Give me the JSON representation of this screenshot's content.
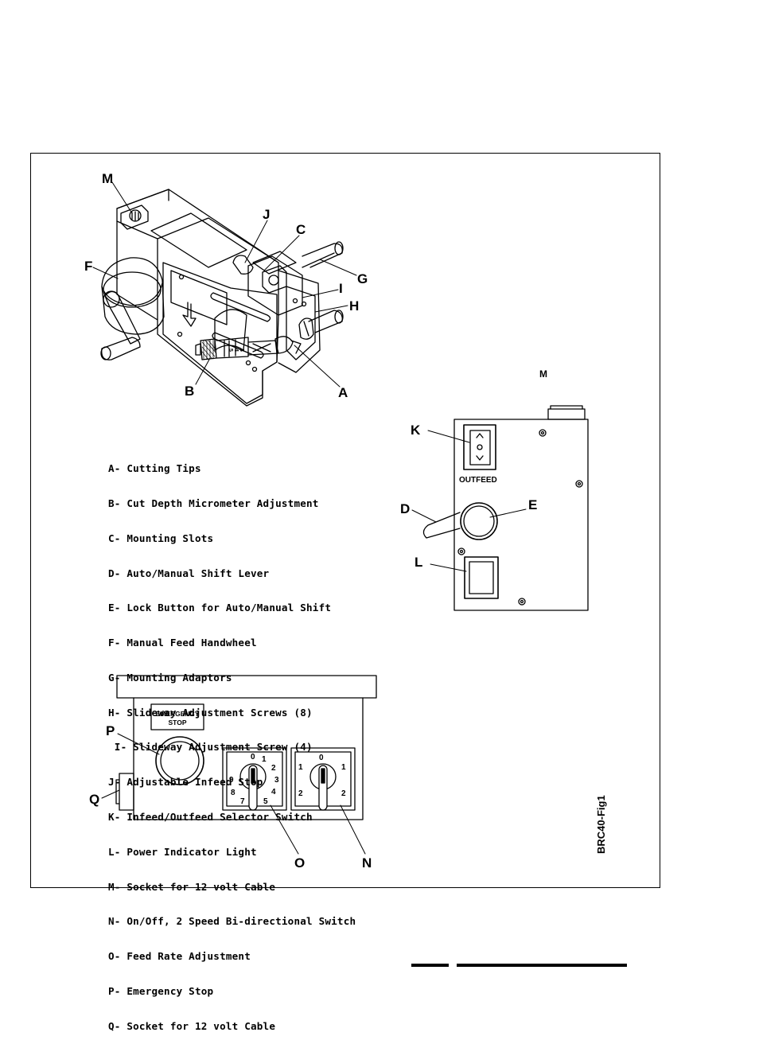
{
  "callouts": {
    "tool": [
      "M",
      "J",
      "C",
      "F",
      "G",
      "I",
      "H",
      "B",
      "A"
    ],
    "control_box": [
      "M",
      "K",
      "D",
      "E",
      "L"
    ],
    "pendant": [
      "P",
      "Q",
      "O",
      "N"
    ]
  },
  "legend": [
    "A- Cutting Tips",
    "B- Cut Depth Micrometer Adjustment",
    "C- Mounting Slots",
    "D- Auto/Manual Shift Lever",
    "E- Lock Button for Auto/Manual Shift",
    "F- Manual Feed Handwheel",
    "G- Mounting Adaptors",
    "H- Slideway Adjustment Screws (8)",
    " I- Slideway Adjustment Screw (4)",
    "J- Adjustable Infeed Stop",
    "K- Infeed/Outfeed Selector Switch",
    "L- Power Indicator Light",
    "M- Socket for 12 volt Cable",
    "N- On/Off, 2 Speed Bi-directional Switch",
    "O- Feed Rate Adjustment",
    "P- Emergency Stop",
    "Q- Socket for 12 volt Cable"
  ],
  "control_box": {
    "switch_label": "OUTFEED"
  },
  "pendant": {
    "estop_label_line1": "EMERGENCY",
    "estop_label_line2": "STOP",
    "feed_dial_numbers": [
      "0",
      "1",
      "2",
      "3",
      "4",
      "5",
      "7",
      "8",
      "9"
    ],
    "speed_dial_numbers": [
      "0",
      "1",
      "1",
      "2",
      "2"
    ]
  },
  "micrometer_marks": [
    "5",
    "4",
    "3"
  ],
  "figure_id": "BRC40-Fig1"
}
